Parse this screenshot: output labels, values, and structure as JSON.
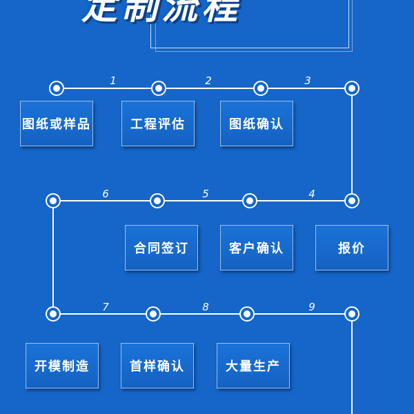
{
  "title": "定制流程",
  "steps": [
    {
      "number": "1",
      "label": "图纸或样品"
    },
    {
      "number": "2",
      "label": "工程评估"
    },
    {
      "number": "3",
      "label": "图纸确认"
    },
    {
      "number": "4",
      "label": "报价"
    },
    {
      "number": "5",
      "label": "客户确认"
    },
    {
      "number": "6",
      "label": "合同签订"
    },
    {
      "number": "7",
      "label": "开模制造"
    },
    {
      "number": "8",
      "label": "首样确认"
    },
    {
      "number": "9",
      "label": "大量生产"
    }
  ],
  "colors": {
    "background": "#1566C8",
    "line": "#ffffff",
    "box_border": "#9fc2ec",
    "title_shadow": "#0c3f86"
  }
}
